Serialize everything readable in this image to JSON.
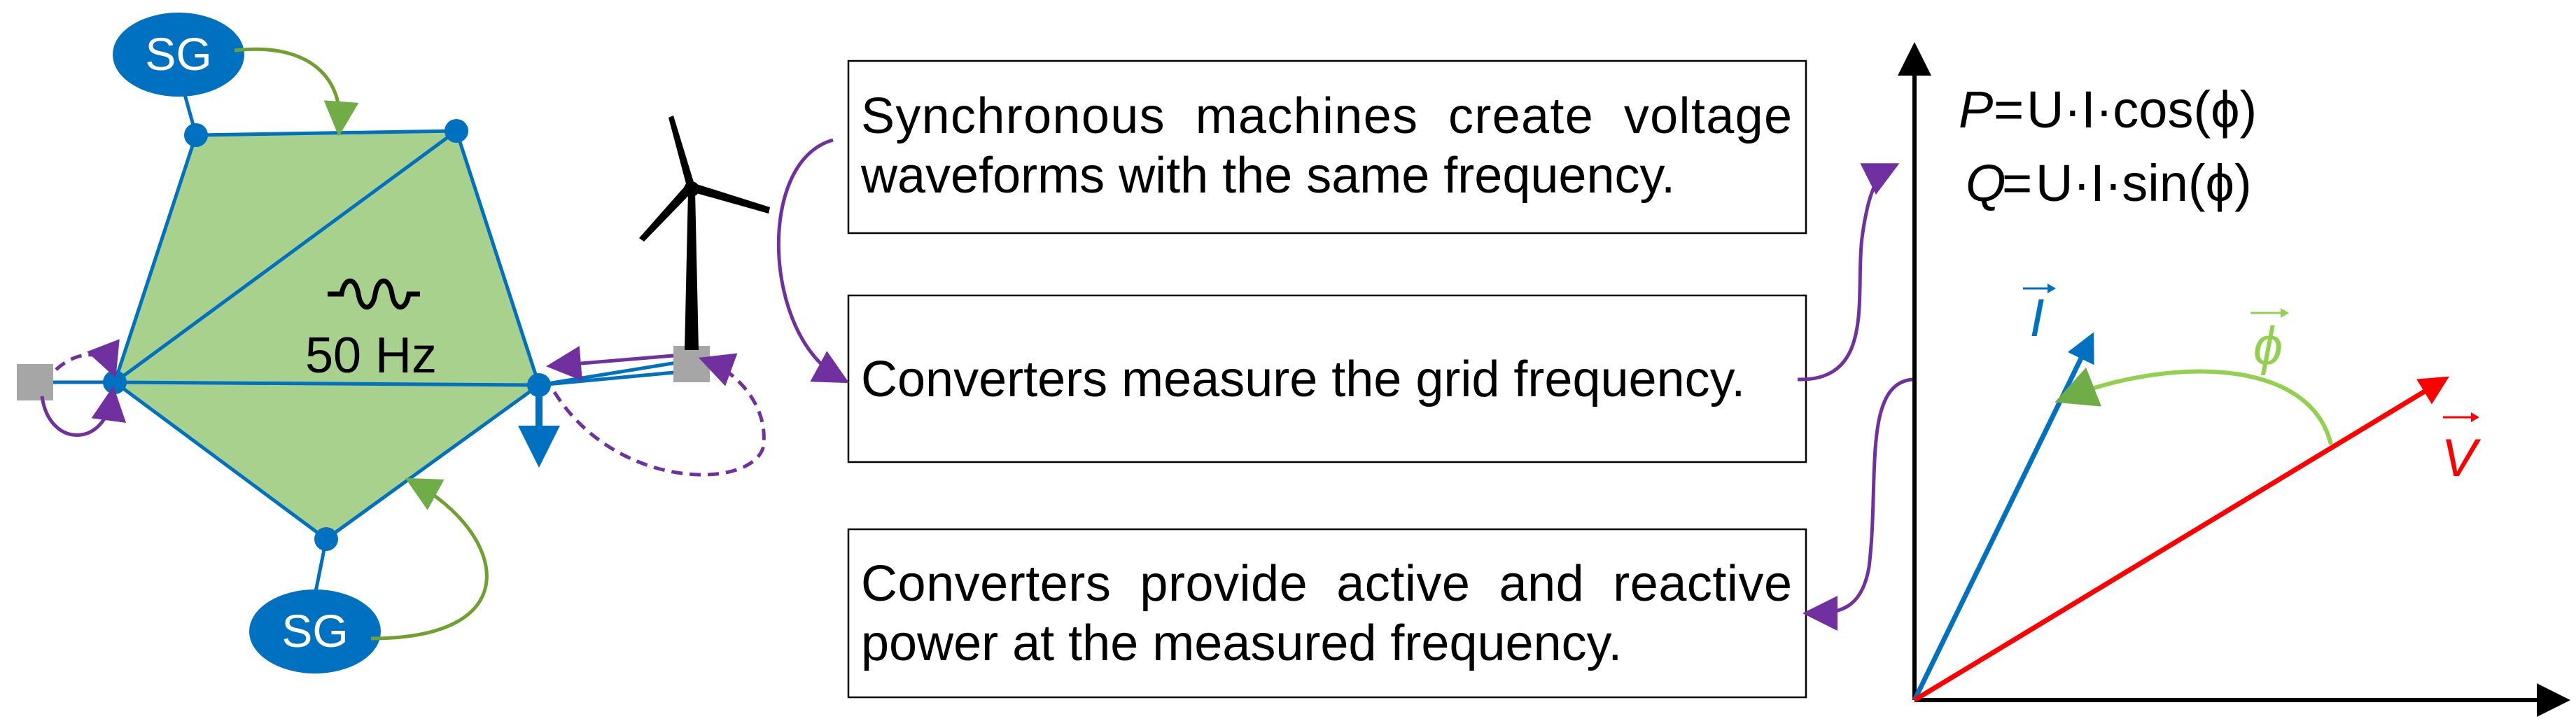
{
  "generators": [
    {
      "label": "SG"
    },
    {
      "label": "SG"
    }
  ],
  "grid": {
    "frequency_label": "50 Hz"
  },
  "boxes": [
    {
      "lines": [
        "Synchronous  machines  create  voltage",
        "waveforms with the same frequency."
      ]
    },
    {
      "lines": [
        "Converters measure the grid frequency."
      ]
    },
    {
      "lines": [
        "Converters  provide  active  and  reactive",
        "power at the measured frequency."
      ]
    }
  ],
  "equations": {
    "p": {
      "lhs": "P",
      "rhs": "U·I·cos(ϕ)"
    },
    "q": {
      "lhs": "Q",
      "rhs": "U·I·sin(ϕ)"
    }
  },
  "phasors": {
    "current_label": "I",
    "voltage_label": "V",
    "angle_label": "ϕ"
  },
  "colors": {
    "grid_fill": "#a9d18e",
    "grid_line": "#0070c0",
    "generator": "#0070c0",
    "arrow_purple": "#7030a0",
    "arrow_green": "#70ad47",
    "voltage": "#ff0000",
    "converter": "#a6a6a6"
  }
}
